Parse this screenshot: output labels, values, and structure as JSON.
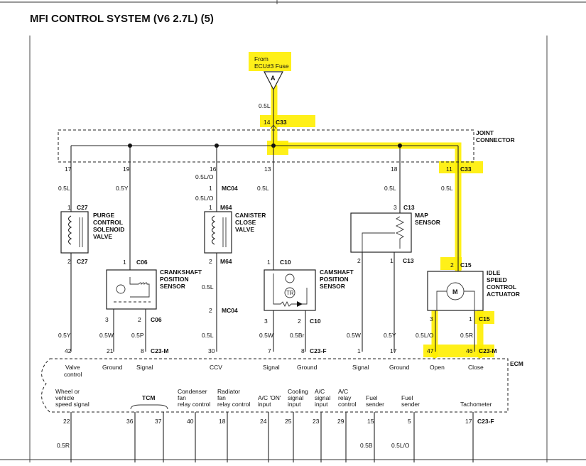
{
  "title": "MFI CONTROL SYSTEM (V6 2.7L) (5)",
  "source": {
    "line1": "From",
    "line2": "ECU#3 Fuse",
    "symbol": "A"
  },
  "top_wire": {
    "color": "0.5L",
    "pin": "14",
    "connector": "C33"
  },
  "joint_connector": {
    "line1": "JOINT",
    "line2": "CONNECTOR"
  },
  "idle_top": {
    "pin": "11",
    "connector": "C33",
    "color": "0.5L"
  },
  "upper_pins": [
    "17",
    "19",
    "16",
    "13",
    "18"
  ],
  "upper_colors": [
    "0.5L",
    "0.5Y",
    "0.5L/O",
    "0.5L",
    "0.5L"
  ],
  "mc04_top": {
    "pin": "1",
    "connector": "MC04",
    "color": "0.5L/O"
  },
  "components": {
    "purge": {
      "l1": "PURGE",
      "l2": "CONTROL",
      "l3": "SOLENOID",
      "l4": "VALVE",
      "pin_top": "1",
      "pin_bot": "2",
      "conn": "C27"
    },
    "canister": {
      "l1": "CANISTER",
      "l2": "CLOSE",
      "l3": "VALVE",
      "pin_top": "1",
      "pin_bot": "2",
      "conn": "M64"
    },
    "map": {
      "l1": "MAP",
      "l2": "SENSOR",
      "pin_top": "3",
      "conn": "C13",
      "pin_bl": "2",
      "pin_br": "1"
    },
    "crank": {
      "l1": "CRANKSHAFT",
      "l2": "POSITION",
      "l3": "SENSOR",
      "pin_top": "1",
      "conn": "C06",
      "pin_bl": "3",
      "pin_br": "2"
    },
    "cam": {
      "l1": "CAMSHAFT",
      "l2": "POSITION",
      "l3": "SENSOR",
      "pin_top": "1",
      "conn": "C10",
      "pin_bl": "3",
      "pin_br": "2",
      "tr": "TR"
    },
    "idle": {
      "l1": "IDLE",
      "l2": "SPEED",
      "l3": "CONTROL",
      "l4": "ACTUATOR",
      "pin_top": "2",
      "conn": "C15",
      "pin_bl": "3",
      "pin_br": "1",
      "motor": "M"
    }
  },
  "mid_colors": {
    "canister_lower": "0.5L",
    "mc04_pin": "2",
    "mc04_conn": "MC04"
  },
  "lower_colors": [
    "0.5Y",
    "0.5W",
    "0.5P",
    "0.5L",
    "0.5W",
    "0.5Br",
    "0.5W",
    "0.5Y",
    "0.5L/O",
    "0.5R"
  ],
  "ecm_pins": [
    "42",
    "21",
    "8",
    "30",
    "7",
    "8",
    "1",
    "17",
    "47",
    "46"
  ],
  "ecm_conns": {
    "c23m": "C23-M",
    "c23f": "C23-F"
  },
  "ecm_labels": [
    [
      "Valve",
      "control"
    ],
    [
      "Ground"
    ],
    [
      "Signal"
    ],
    [
      "CCV"
    ],
    [
      "Signal"
    ],
    [
      "Ground"
    ],
    [
      "Signal"
    ],
    [
      "Ground"
    ],
    [
      "Open"
    ],
    [
      "Close"
    ]
  ],
  "ecm": "ECM",
  "bottom_labels": [
    [
      "Wheel or",
      "vehicle",
      "speed signal"
    ],
    [
      "Condenser",
      "fan",
      "relay control"
    ],
    [
      "Radiator",
      "fan",
      "relay control"
    ],
    [
      "A/C 'ON'",
      "input"
    ],
    [
      "Cooling",
      "signal",
      "input"
    ],
    [
      "A/C",
      "signal",
      "input"
    ],
    [
      "A/C",
      "relay",
      "control"
    ],
    [
      "Fuel",
      "sender"
    ],
    [
      "Fuel",
      "sender"
    ],
    [
      "Tachometer"
    ]
  ],
  "tcm": "TCM",
  "bottom_pins": [
    "22",
    "36",
    "37",
    "40",
    "18",
    "24",
    "25",
    "23",
    "29",
    "15",
    "5",
    "17"
  ],
  "bottom_colors": [
    "0.5R",
    "0.5B",
    "0.5L/O"
  ]
}
